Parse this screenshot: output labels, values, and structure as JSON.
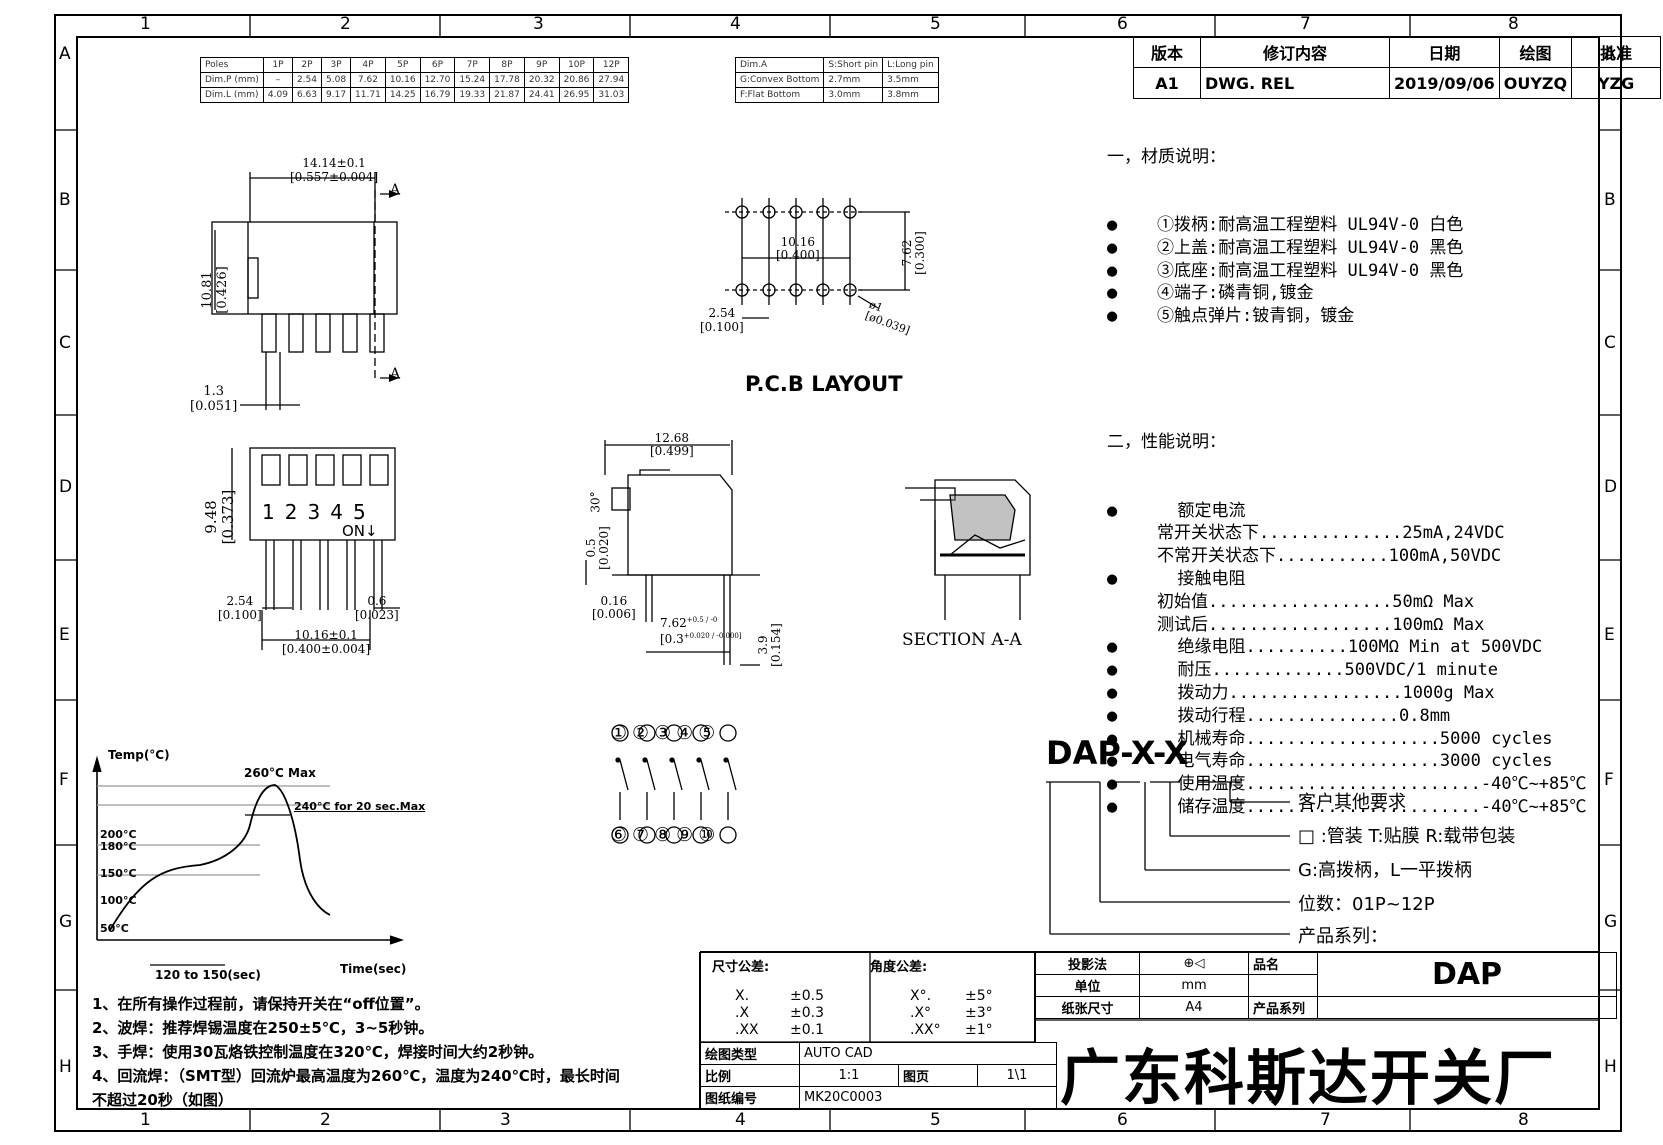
{
  "frame": {
    "cols": [
      "1",
      "2",
      "3",
      "4",
      "5",
      "6",
      "7",
      "8"
    ],
    "rows": [
      "A",
      "B",
      "C",
      "D",
      "E",
      "F",
      "G",
      "H"
    ]
  },
  "poles_table": {
    "rows": [
      [
        "Poles",
        "1P",
        "2P",
        "3P",
        "4P",
        "5P",
        "6P",
        "7P",
        "8P",
        "9P",
        "10P",
        "12P"
      ],
      [
        "Dim.P (mm)",
        "–",
        "2.54",
        "5.08",
        "7.62",
        "10.16",
        "12.70",
        "15.24",
        "17.78",
        "20.32",
        "20.86",
        "27.94"
      ],
      [
        "Dim.L (mm)",
        "4.09",
        "6.63",
        "9.17",
        "11.71",
        "14.25",
        "16.79",
        "19.33",
        "21.87",
        "24.41",
        "26.95",
        "31.03"
      ]
    ]
  },
  "pin_table": {
    "rows": [
      [
        "Dim.A",
        "S:Short pin",
        "L:Long pin"
      ],
      [
        "G:Convex Bottom",
        "2.7mm",
        "3.5mm"
      ],
      [
        "F:Flat Bottom",
        "3.0mm",
        "3.8mm"
      ]
    ]
  },
  "revision": {
    "headers": [
      "版本",
      "修订内容",
      "日期",
      "绘图",
      "批准"
    ],
    "row": [
      "A1",
      "DWG. REL",
      "2019/09/06",
      "OUYZQ",
      "YZG"
    ]
  },
  "material": {
    "heading": "一，材质说明：",
    "items": [
      "①拨柄:耐高温工程塑料 UL94V-0 白色",
      "②上盖:耐高温工程塑料 UL94V-0 黑色",
      "③底座:耐高温工程塑料 UL94V-0 黑色",
      "④端子:磷青铜,镀金",
      "⑤触点弹片:铍青铜，镀金"
    ]
  },
  "performance": {
    "heading": "二，性能说明：",
    "lines": [
      {
        "bullet": true,
        "text": "额定电流"
      },
      {
        "bullet": false,
        "text": "常开关状态下..............25mA,24VDC"
      },
      {
        "bullet": false,
        "text": "不常开关状态下...........100mA,50VDC"
      },
      {
        "bullet": true,
        "text": "接触电阻"
      },
      {
        "bullet": false,
        "text": "初始值..................50mΩ Max"
      },
      {
        "bullet": false,
        "text": "测试后..................100mΩ Max"
      },
      {
        "bullet": true,
        "text": "绝缘电阻..........100MΩ Min at 500VDC"
      },
      {
        "bullet": true,
        "text": "耐压.............500VDC/1 minute"
      },
      {
        "bullet": true,
        "text": "拨动力.................1000g Max"
      },
      {
        "bullet": true,
        "text": "拨动行程...............0.8mm"
      },
      {
        "bullet": true,
        "text": "机械寿命...................5000 cycles"
      },
      {
        "bullet": true,
        "text": "电气寿命...................3000 cycles"
      },
      {
        "bullet": true,
        "text": "使用温度.......................-40℃~+85℃"
      },
      {
        "bullet": true,
        "text": "储存温度.......................-40℃~+85℃"
      }
    ]
  },
  "dims": {
    "top_width": "14.14±0.1",
    "top_width_in": "[0.557±0.004]",
    "height": "10.81",
    "height_in": "[0.426]",
    "pin_w": "1.3",
    "pin_w_in": "[0.051]",
    "section_mark": "A",
    "body_h": "9.48",
    "body_h_in": "[0.373]",
    "pitch": "2.54",
    "pitch_in": "[0.100]",
    "pin_t": "0.6",
    "pin_t_in": "[0.023]",
    "span": "10.16±0.1",
    "span_in": "[0.400±0.004]",
    "switch_numbers": [
      "1",
      "2",
      "3",
      "4",
      "5"
    ],
    "on_label": "ON↓"
  },
  "pcb": {
    "span": "10.16",
    "span_in": "[0.400]",
    "row_gap": "7.62",
    "row_gap_in": "[0.300]",
    "pitch": "2.54",
    "pitch_in": "[0.100]",
    "hole": "ø1",
    "hole_in": "[ø0.039]",
    "title": "P.C.B  LAYOUT"
  },
  "side": {
    "width": "12.68",
    "width_in": "[0.499]",
    "angle": "30°",
    "stand": "0.5",
    "stand_in": "[0.020]",
    "gap": "0.16",
    "gap_in": "[0.006]",
    "row": "7.62",
    "row_tol": "+0.5 / -0",
    "row_in": "[0.3",
    "row_in_tol": "+0.020 / -0.000]",
    "pin_len": "3.9",
    "pin_len_in": "[0.154]"
  },
  "section_title": "SECTION  A-A",
  "schematic": {
    "top": [
      "①",
      "②",
      "③",
      "④",
      "⑤"
    ],
    "bottom": [
      "⑥",
      "⑦",
      "⑧",
      "⑨",
      "⑩"
    ]
  },
  "reflow": {
    "y_title": "Temp(°C)",
    "x_title": "Time(sec)",
    "peak": "260°C Max",
    "hold": "240°C for 20 sec.Max",
    "ticks": [
      "200°C",
      "180°C",
      "150°C",
      "100°C",
      "50°C"
    ],
    "duration": "120 to 150(sec)"
  },
  "notes_bottom": [
    "1、在所有操作过程前，请保持开关在“off位置”。",
    "2、波焊：推荐焊锡温度在250±5℃，3~5秒钟。",
    "3、手焊：使用30瓦烙铁控制温度在320℃，焊接时间大约2秒钟。",
    "4、回流焊：（SMT型）回流炉最高温度为260℃，温度为240℃时，最长时间",
    "不超过20秒（如图）"
  ],
  "order": {
    "code": "DAP-X-X",
    "items": [
      "客户其他要求",
      "□ :管装  T:贴膜   R:载带包装",
      "G:高拨柄，L一平拨柄",
      "位数：01P~12P",
      "产品系列："
    ]
  },
  "title_block": {
    "tol_label": "尺寸公差:",
    "tol": [
      [
        "X.",
        "±0.5"
      ],
      [
        ".X",
        "±0.3"
      ],
      [
        ".XX",
        "±0.1"
      ]
    ],
    "ang_label": "角度公差:",
    "ang": [
      [
        "X°.",
        "±5°"
      ],
      [
        ".X°",
        "±3°"
      ],
      [
        ".XX°",
        "±1°"
      ]
    ],
    "proj_label": "投影法",
    "unit_label": "单位",
    "unit": "mm",
    "paper_label": "纸张尺寸",
    "paper": "A4",
    "name_label": "品名",
    "name": "DAP",
    "series_label": "产品系列",
    "sw_label": "绘图类型",
    "sw": "AUTO CAD",
    "scale_label": "比例",
    "scale": "1:1",
    "page_label": "图页",
    "page": "1\\1",
    "dwg_label": "图纸编号",
    "dwg": "MK20C0003",
    "company": "广东科斯达开关厂"
  }
}
